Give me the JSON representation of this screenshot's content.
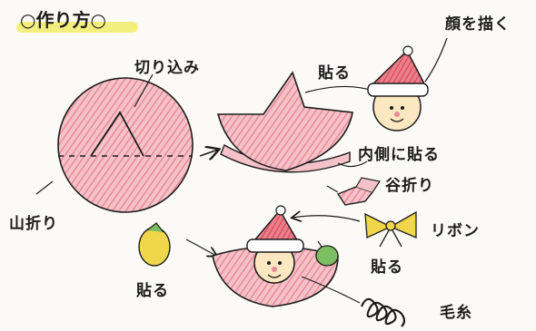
{
  "title": "○作り方○",
  "labels": {
    "cut": "切り込み",
    "paste_top": "貼る",
    "draw_face": "顔を描く",
    "inside_paste": "内側に貼る",
    "valley_fold": "谷折り",
    "mountain_fold": "山折り",
    "ribbon": "リボン",
    "paste_ribbon": "貼る",
    "paste_bottom": "貼る",
    "yarn": "毛糸"
  },
  "colors": {
    "pink": "#e98b97",
    "pink_light": "#f4c2c8",
    "red": "#d84a5a",
    "yellow": "#f0d64a",
    "green": "#7cbf62",
    "highlight": "#f3ef7e",
    "ink": "#1c1c1c"
  }
}
